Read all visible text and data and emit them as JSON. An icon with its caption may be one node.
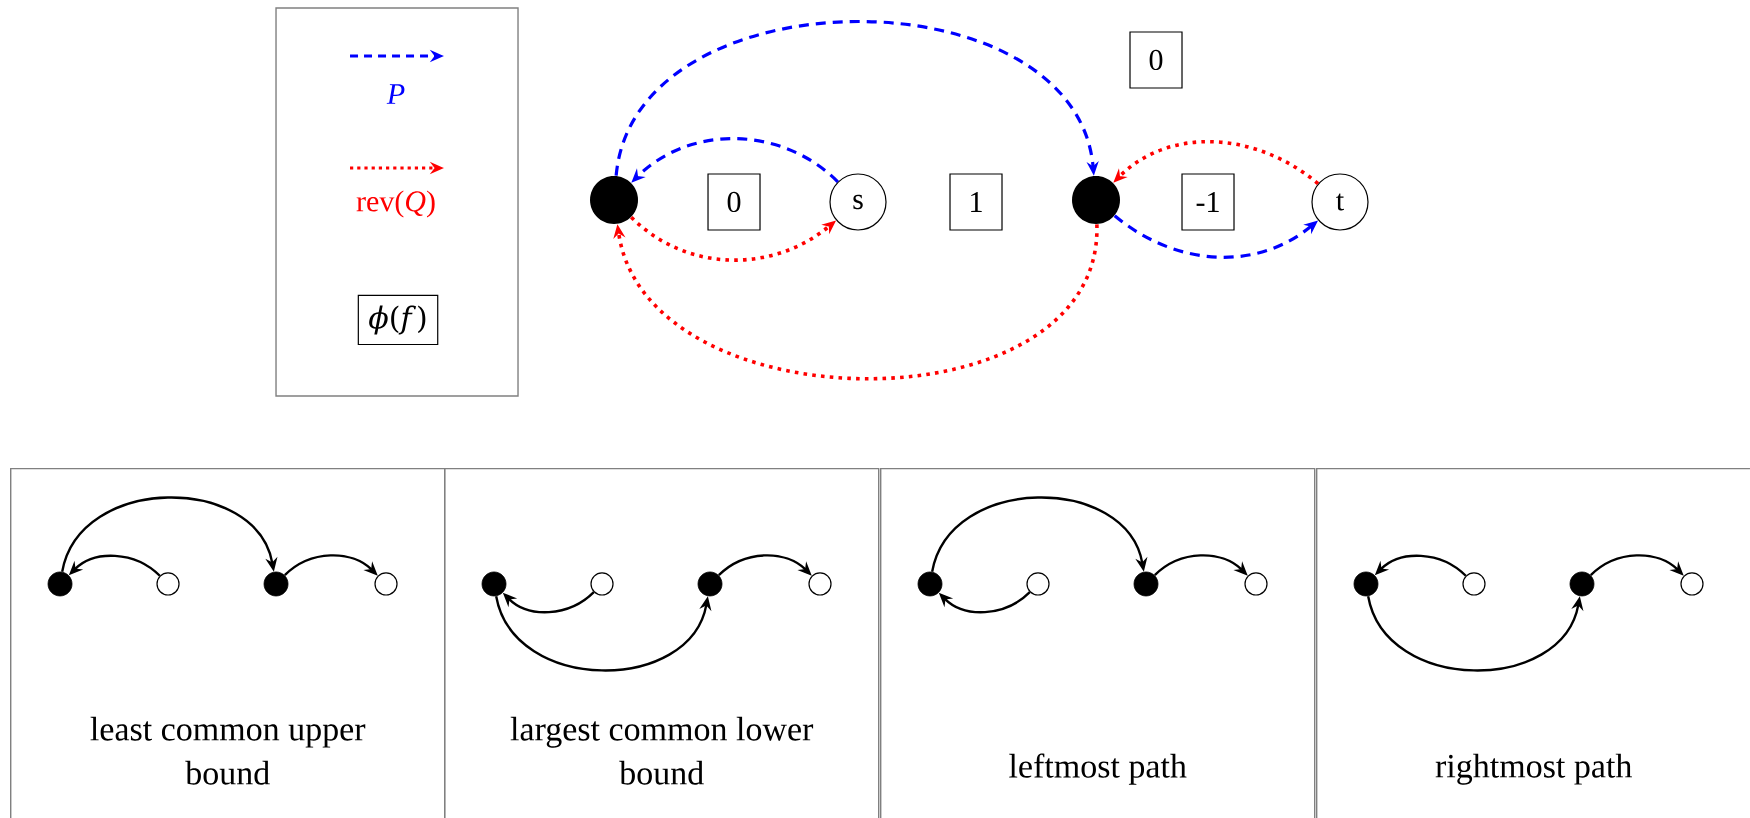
{
  "diagram": {
    "nodes": [
      {
        "text": [
          "0"
        ]
      },
      {
        "text": [],
        "shape": "circle"
      },
      {
        "text": [
          "0"
        ]
      },
      {
        "text": [
          "s"
        ]
      },
      {
        "text": [
          "1"
        ]
      },
      {
        "text": [],
        "shape": "circle"
      },
      {
        "text": [
          "-1"
        ]
      },
      {
        "text": [
          "t"
        ]
      },
      {
        "text": [
          "least common upper bound"
        ]
      },
      {
        "text": [],
        "shape": "circle",
        "in": 8
      },
      {
        "text": [],
        "shape": "circle",
        "in": 8
      },
      {
        "text": [],
        "shape": "circle",
        "in": 8
      },
      {
        "text": [],
        "shape": "circle",
        "in": 8
      },
      {
        "text": [
          "largest common lower bound"
        ]
      },
      {
        "text": [],
        "shape": "circle",
        "in": 13
      },
      {
        "text": [],
        "shape": "circle",
        "in": 13
      },
      {
        "text": [],
        "shape": "circle",
        "in": 13
      },
      {
        "text": [],
        "shape": "circle",
        "in": 13
      },
      {
        "text": [
          "leftmost path"
        ]
      },
      {
        "text": [],
        "shape": "circle",
        "in": 18
      },
      {
        "text": [],
        "shape": "circle",
        "in": 18
      },
      {
        "text": [],
        "shape": "circle",
        "in": 18
      },
      {
        "text": [],
        "shape": "circle",
        "in": 18
      },
      {
        "text": [
          "rightmost path"
        ]
      },
      {
        "text": [],
        "shape": "circle",
        "in": 23
      },
      {
        "text": [],
        "shape": "circle",
        "in": 23
      },
      {
        "text": [],
        "shape": "circle",
        "in": 23
      },
      {
        "text": [],
        "shape": "circle",
        "in": 23
      }
    ],
    "edges": [
      {
        "from": 3,
        "to": 1,
        "arrow": "to",
        "style": "dashed",
        "color": "#0000ff"
      },
      {
        "from": 1,
        "to": 3,
        "arrow": "to",
        "style": "dashed",
        "color": "#ff0000"
      },
      {
        "from": 1,
        "to": 5,
        "arrow": "to",
        "style": "dashed",
        "color": "#0000ff"
      },
      {
        "from": 5,
        "to": 1,
        "arrow": "to",
        "style": "dashed",
        "color": "#ff0000"
      },
      {
        "from": 5,
        "to": 7,
        "arrow": "to",
        "style": "dashed",
        "color": "#0000ff"
      },
      {
        "from": 7,
        "to": 5,
        "arrow": "to",
        "style": "dashed",
        "color": "#ff0000"
      },
      {
        "from": 10,
        "to": 9,
        "arrow": "to"
      },
      {
        "from": 9,
        "to": 11,
        "arrow": "to"
      },
      {
        "from": 11,
        "to": 12,
        "arrow": "to"
      },
      {
        "from": 15,
        "to": 14,
        "arrow": "to"
      },
      {
        "from": 14,
        "to": 16,
        "arrow": "to"
      },
      {
        "from": 16,
        "to": 17,
        "arrow": "to"
      },
      {
        "from": 20,
        "to": 19,
        "arrow": "to"
      },
      {
        "from": 19,
        "to": 21,
        "arrow": "to"
      },
      {
        "from": 21,
        "to": 22,
        "arrow": "to"
      },
      {
        "from": 25,
        "to": 24,
        "arrow": "to"
      },
      {
        "from": 24,
        "to": 26,
        "arrow": "to"
      },
      {
        "from": 26,
        "to": 27,
        "arrow": "to"
      }
    ],
    "legend": [
      {
        "text": "P"
      },
      {
        "text": "rev(*Q*)"
      },
      {
        "text": "*ϕ*(*f*)"
      }
    ]
  }
}
